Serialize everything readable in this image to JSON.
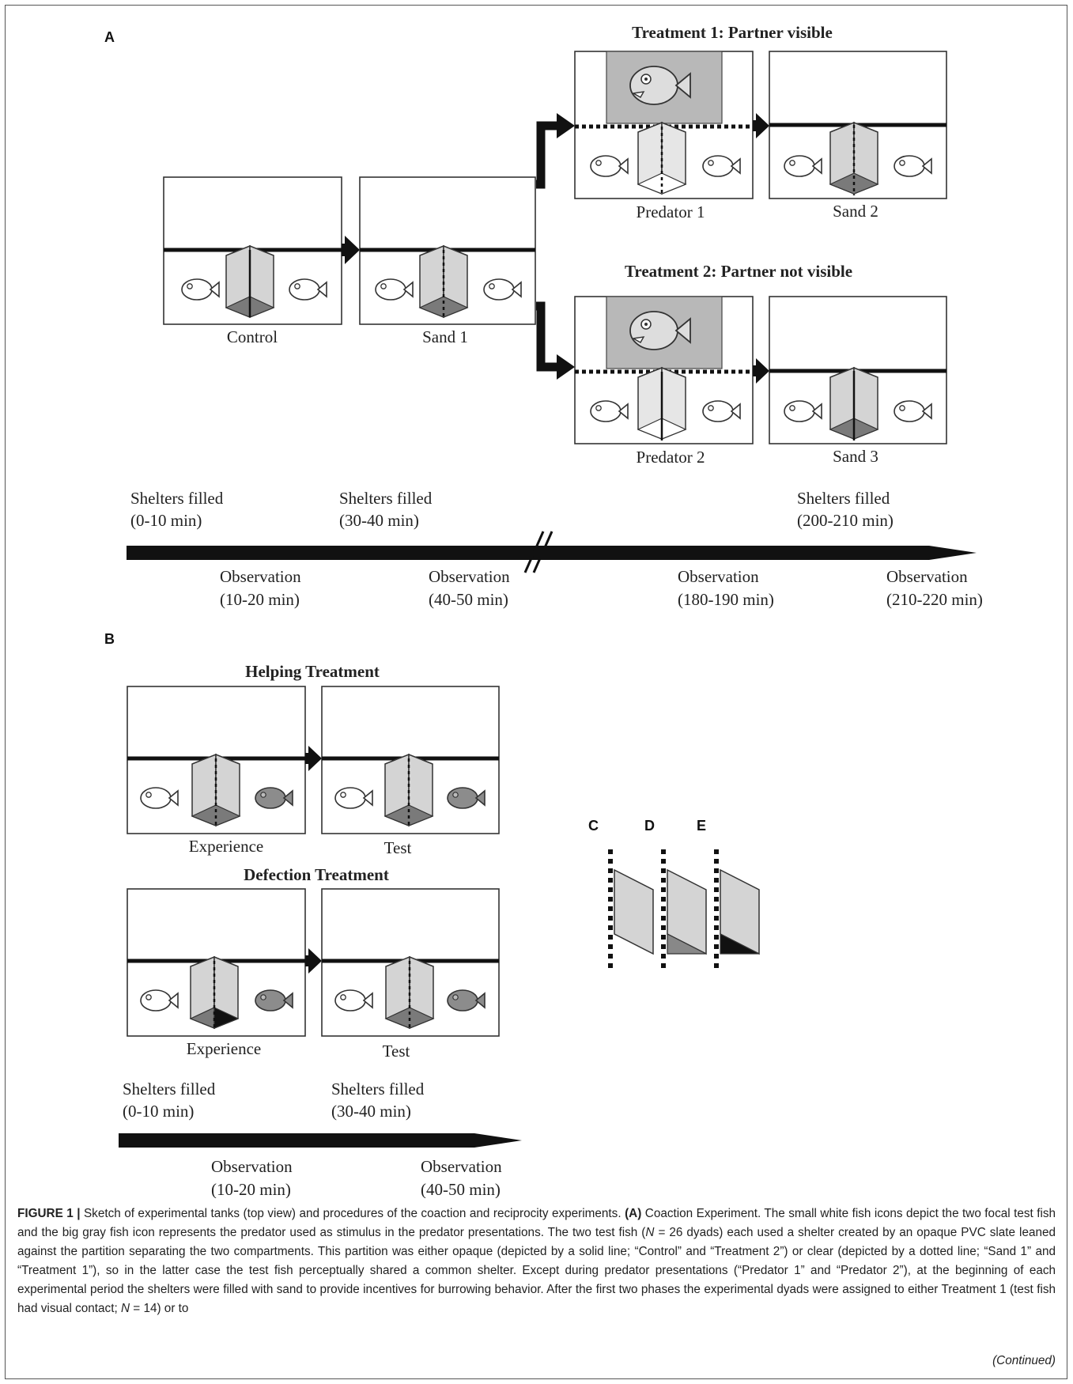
{
  "panels": {
    "a": "A",
    "b": "B",
    "c": "C",
    "d": "D",
    "e": "E"
  },
  "panel_a": {
    "tanks": {
      "control": "Control",
      "sand1": "Sand 1",
      "predator1": "Predator 1",
      "sand2": "Sand 2",
      "predator2": "Predator 2",
      "sand3": "Sand 3"
    },
    "treatment1_title": "Treatment 1: Partner visible",
    "treatment2_title": "Treatment 2: Partner not visible",
    "timeline": {
      "shelters1": [
        "Shelters filled",
        "(0-10 min)"
      ],
      "shelters2": [
        "Shelters filled",
        "(30-40 min)"
      ],
      "shelters3": [
        "Shelters filled",
        "(200-210 min)"
      ],
      "obs1": [
        "Observation",
        "(10-20 min)"
      ],
      "obs2": [
        "Observation",
        "(40-50 min)"
      ],
      "obs3": [
        "Observation",
        "(180-190 min)"
      ],
      "obs4": [
        "Observation",
        "(210-220 min)"
      ]
    }
  },
  "panel_b": {
    "helping_title": "Helping Treatment",
    "defection_title": "Defection Treatment",
    "tanks": {
      "h_experience": "Experience",
      "h_test": "Test",
      "d_experience": "Experience",
      "d_test": "Test"
    },
    "timeline": {
      "shelters1": [
        "Shelters filled",
        "(0-10 min)"
      ],
      "shelters2": [
        "Shelters filled",
        "(30-40 min)"
      ],
      "obs1": [
        "Observation",
        "(10-20 min)"
      ],
      "obs2": [
        "Observation",
        "(40-50 min)"
      ]
    }
  },
  "caption": {
    "label": "FIGURE 1 |",
    "p1": " Sketch of experimental tanks (top view) and procedures of the coaction and reciprocity experiments. ",
    "a_bold": "(A)",
    "p2": " Coaction Experiment. The small white fish icons depict the two focal test fish and the big gray fish icon represents the predator used as stimulus in the predator presentations. The two test fish (",
    "n1": "N",
    "p3": " = 26 dyads) each used a shelter created by an opaque PVC slate leaned against the partition separating the two compartments. This partition was either opaque (depicted by a solid line; “Control” and “Treatment 2”) or clear (depicted by a dotted line; “Sand 1” and “Treatment 1”), so in the latter case the test fish perceptually shared a common shelter. Except during predator presentations (“Predator 1” and “Predator 2”), at the beginning of each experimental period the shelters were filled with sand to provide incentives for burrowing behavior. After the first two phases the experimental dyads were assigned to either Treatment 1 (test fish had visual contact; ",
    "n2": "N",
    "p4": " = 14) or to",
    "continued": "(Continued)"
  }
}
